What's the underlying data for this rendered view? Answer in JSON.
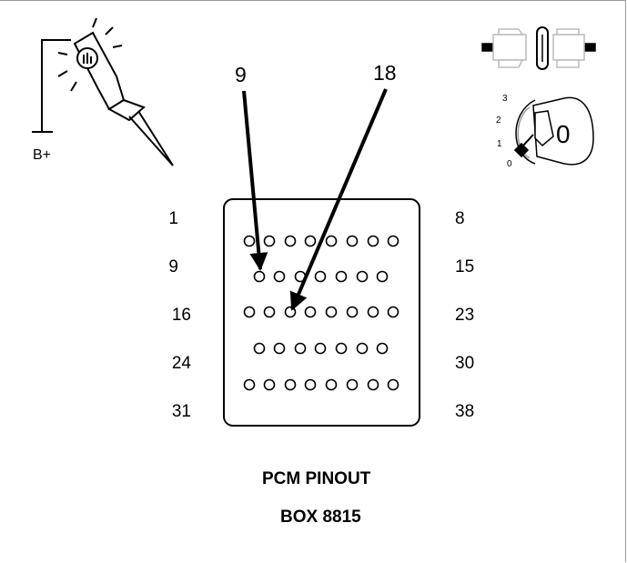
{
  "diagram": {
    "callouts": {
      "pin_a": "9",
      "pin_b": "18"
    },
    "row_labels_left": [
      "1",
      "9",
      "16",
      "24",
      "31"
    ],
    "row_labels_right": [
      "8",
      "15",
      "23",
      "30",
      "38"
    ],
    "test_light_label": "B+",
    "ignition_positions": [
      "3",
      "2",
      "1",
      "0"
    ],
    "ignition_key_label": "0",
    "caption_line1": "PCM PINOUT",
    "caption_line2": "BOX 8815"
  }
}
